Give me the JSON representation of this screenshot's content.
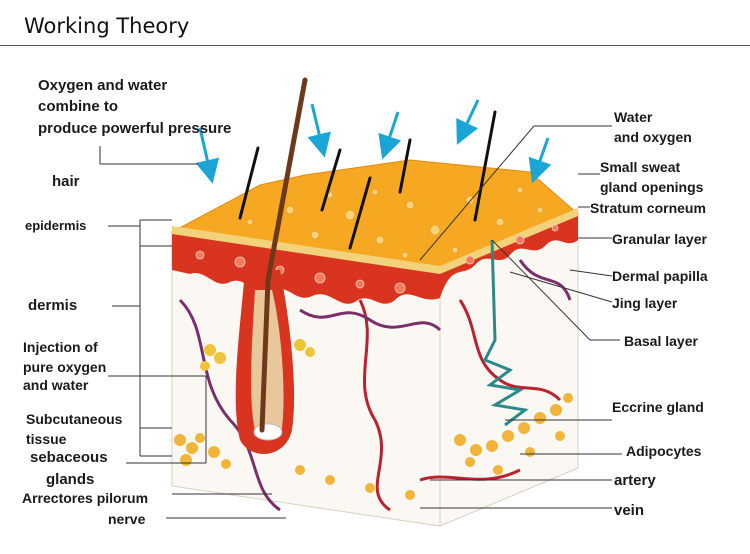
{
  "header": {
    "title": "Working Theory"
  },
  "labels": {
    "oxygen_water_line1": "Oxygen and water",
    "oxygen_water_line2": "combine to",
    "oxygen_water_line3": "produce powerful pressure",
    "hair": "hair",
    "epidermis": "epidermis",
    "dermis": "dermis",
    "injection_line1": "Injection of",
    "injection_line2": "pure oxygen",
    "injection_line3": "and water",
    "subcutaneous_line1": "Subcutaneous",
    "subcutaneous_line2": "tissue",
    "sebaceous_line1": "sebaceous",
    "sebaceous_line2": "glands",
    "arrectores": "Arrectores pilorum",
    "nerve": "nerve",
    "water_oxygen_line1": "Water",
    "water_oxygen_line2": "and oxygen",
    "sweat_line1": "Small sweat",
    "sweat_line2": "gland openings",
    "stratum_corneum": "Stratum corneum",
    "granular": "Granular layer",
    "dermal_papilla": "Dermal papilla",
    "jing": "Jing layer",
    "basal": "Basal layer",
    "eccrine": "Eccrine gland",
    "adipocytes": "Adipocytes",
    "artery": "artery",
    "vein": "vein"
  },
  "colors": {
    "epidermis_top": "#f7a823",
    "epidermis_edge": "#f2d27a",
    "dermis_red": "#d9341f",
    "arrow_blue": "#1aa5d6",
    "vessel_purple": "#7a2f6b",
    "vessel_red": "#b8232f",
    "fat_yellow": "#f0b53a",
    "gland_teal": "#2a8a8a"
  }
}
